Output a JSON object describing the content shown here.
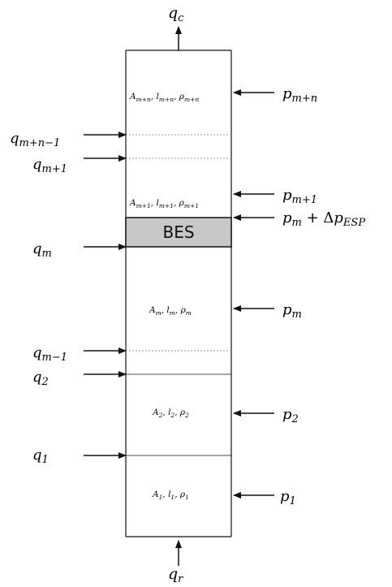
{
  "top_flow": {
    "base": "q",
    "sub": "c"
  },
  "bottom_flow": {
    "base": "q",
    "sub": "r"
  },
  "pump_label": "BES",
  "segments": [
    {
      "A": "A",
      "A_sub": "m+n",
      "l": "l",
      "l_sub": "m+n",
      "rho": "ρ",
      "rho_sub": "m+n",
      "sep1": ", ",
      "sep2": ", "
    },
    {
      "A": "A",
      "A_sub": "m+1",
      "l": "l",
      "l_sub": "m+1",
      "rho": "ρ",
      "rho_sub": "m+1",
      "sep1": ", ",
      "sep2": ", "
    },
    {
      "A": "A",
      "A_sub": "m",
      "l": "l",
      "l_sub": "m",
      "rho": "ρ",
      "rho_sub": "m",
      "sep1": ", ",
      "sep2": ", "
    },
    {
      "A": "A",
      "A_sub": "2",
      "l": "l",
      "l_sub": "2",
      "rho": "ρ",
      "rho_sub": "2",
      "sep1": ", ",
      "sep2": ", "
    },
    {
      "A": "A",
      "A_sub": "1",
      "l": "l",
      "l_sub": "1",
      "rho": "ρ",
      "rho_sub": "1",
      "sep1": ", ",
      "sep2": ", "
    }
  ],
  "left_inflows": [
    {
      "base": "q",
      "sub": "m+n−1"
    },
    {
      "base": "q",
      "sub": "m+1"
    },
    {
      "base": "q",
      "sub": "m"
    },
    {
      "base": "q",
      "sub": "m−1"
    },
    {
      "base": "q",
      "sub": "2"
    },
    {
      "base": "q",
      "sub": "1"
    }
  ],
  "right_pressures": [
    {
      "base": "p",
      "sub": "m+n",
      "extra": ""
    },
    {
      "base": "p",
      "sub": "m+1",
      "extra": ""
    },
    {
      "base": "p",
      "sub": "m",
      "extra": " + Δ",
      "extra_base": "p",
      "extra_sub": "ESP"
    },
    {
      "base": "p",
      "sub": "m",
      "extra": ""
    },
    {
      "base": "p",
      "sub": "2",
      "extra": ""
    },
    {
      "base": "p",
      "sub": "1",
      "extra": ""
    }
  ],
  "colors": {
    "line": "#111111",
    "pump_fill": "#c8c8c8",
    "dotted": "#9a9a9a"
  }
}
